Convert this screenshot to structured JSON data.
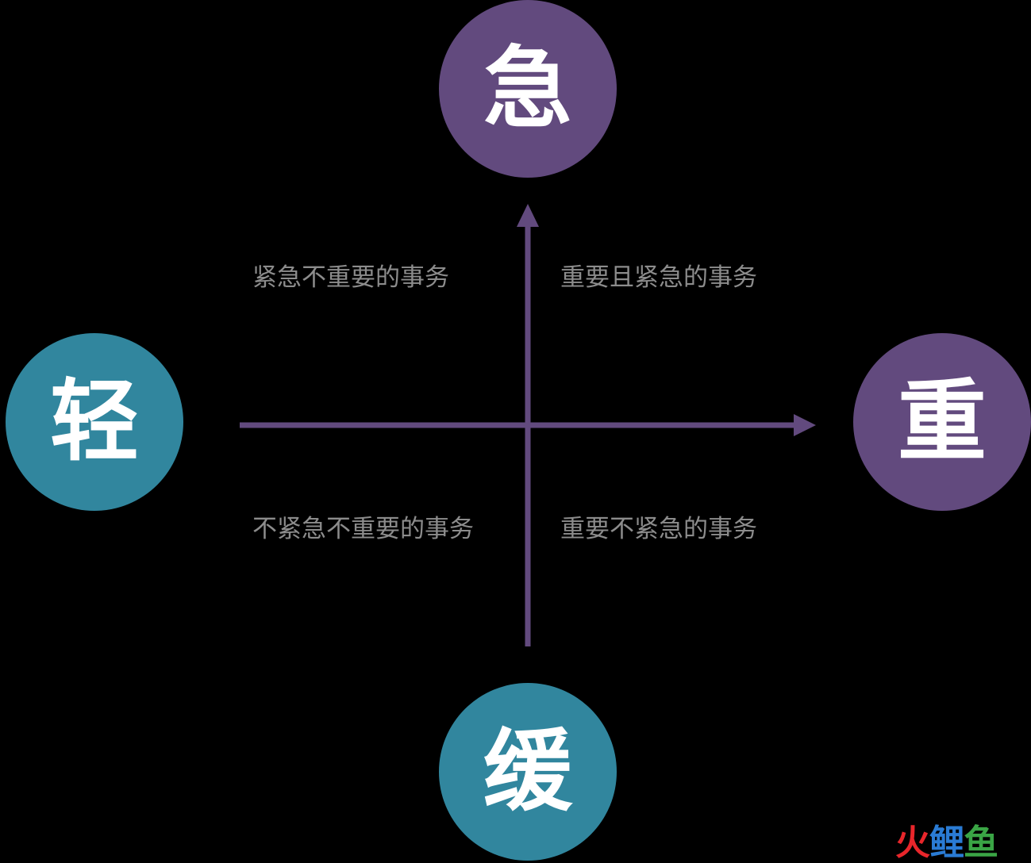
{
  "colors": {
    "background": "#000000",
    "purple": "#624a7e",
    "teal": "#31869e",
    "axis": "#624a7e",
    "quadrant_text": "#8c8c8c",
    "watermark": [
      "#e8262b",
      "#2a7bd4",
      "#3aa545"
    ]
  },
  "poles": {
    "top": {
      "char": "急",
      "color": "#624a7e"
    },
    "left": {
      "char": "轻",
      "color": "#31869e"
    },
    "right": {
      "char": "重",
      "color": "#624a7e"
    },
    "bottom": {
      "char": "缓",
      "color": "#31869e"
    }
  },
  "quadrants": {
    "top_left": "紧急不重要的事务",
    "top_right": "重要且紧急的事务",
    "bottom_left": "不紧急不重要的事务",
    "bottom_right": "重要不紧急的事务"
  },
  "watermark": {
    "chars": [
      "火",
      "鲤",
      "鱼"
    ]
  }
}
